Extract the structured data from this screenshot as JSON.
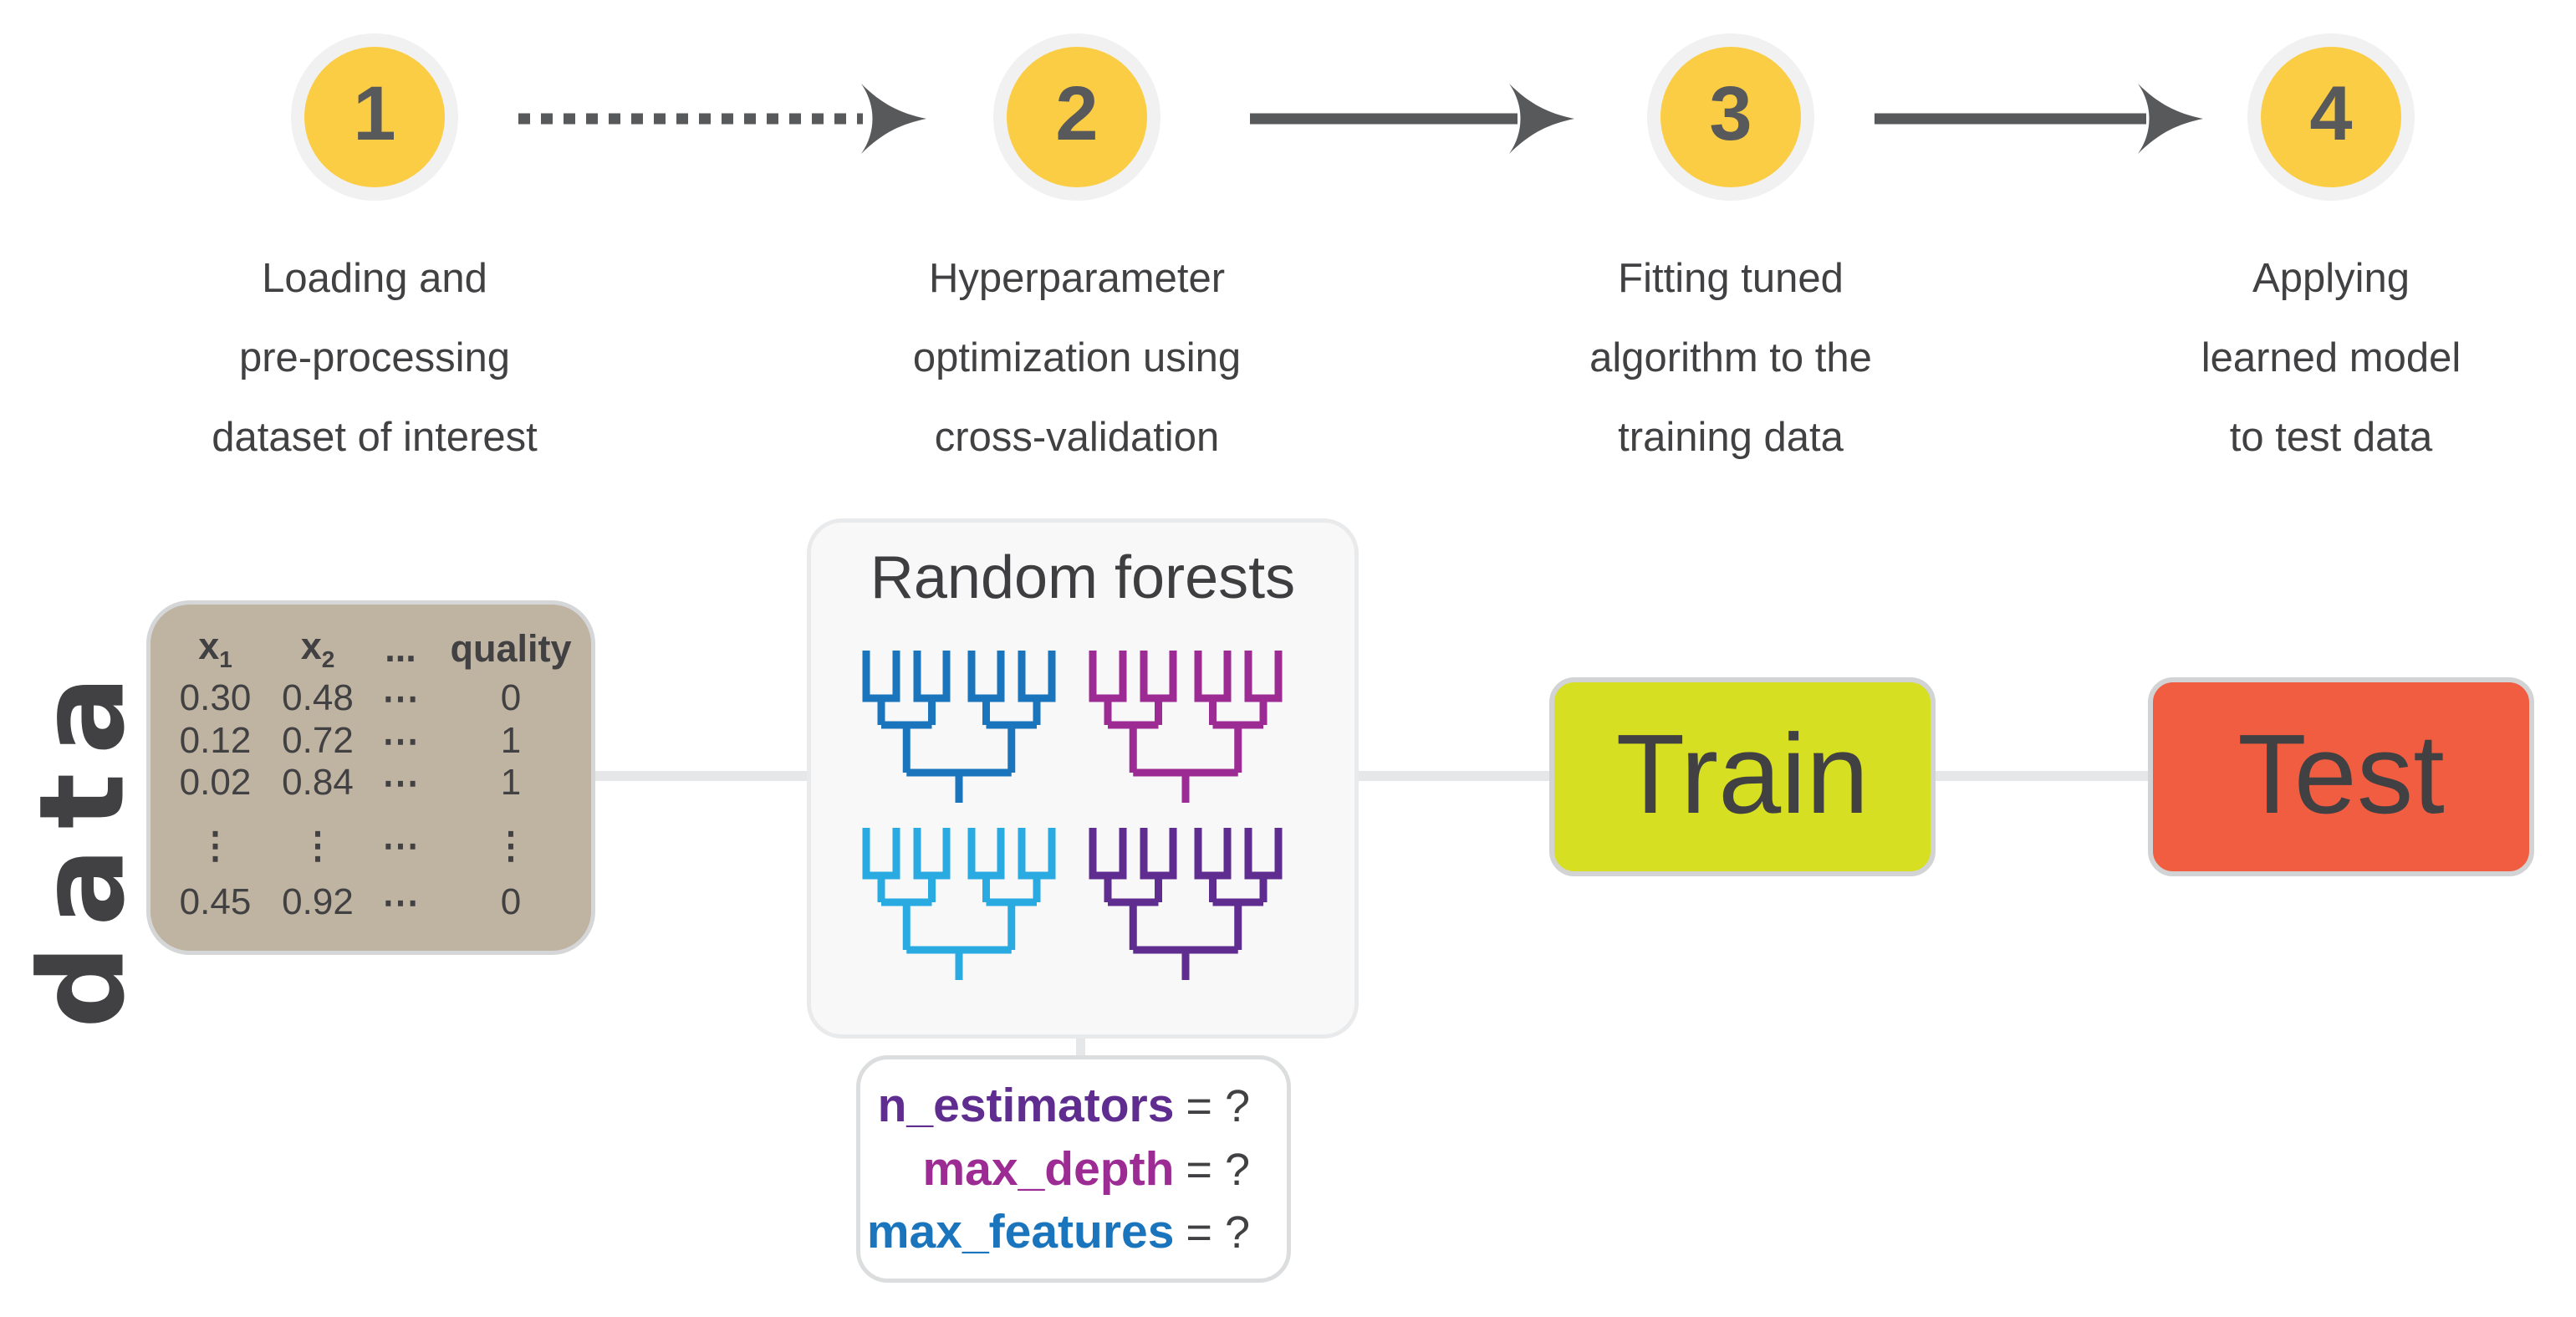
{
  "steps": [
    {
      "number": "1",
      "caption_lines": [
        "Loading and",
        "pre-processing",
        "dataset of interest"
      ]
    },
    {
      "number": "2",
      "caption_lines": [
        "Hyperparameter",
        "optimization using",
        "cross-validation"
      ]
    },
    {
      "number": "3",
      "caption_lines": [
        "Fitting tuned",
        "algorithm to the",
        "training data"
      ]
    },
    {
      "number": "4",
      "caption_lines": [
        "Applying",
        "learned model",
        "to test data"
      ]
    }
  ],
  "data_panel": {
    "rotated_label": "data",
    "table": {
      "headers": [
        {
          "base": "x",
          "sub": "1"
        },
        {
          "base": "x",
          "sub": "2"
        },
        {
          "base": "...",
          "sub": ""
        },
        {
          "base": "quality",
          "sub": ""
        }
      ],
      "rows": [
        [
          "0.30",
          "0.48",
          "⋯",
          "0"
        ],
        [
          "0.12",
          "0.72",
          "⋯",
          "1"
        ],
        [
          "0.02",
          "0.84",
          "⋯",
          "1"
        ],
        [
          "⋮",
          "⋮",
          "⋯",
          "⋮"
        ],
        [
          "0.45",
          "0.92",
          "⋯",
          "0"
        ]
      ]
    }
  },
  "random_forests": {
    "title": "Random forests",
    "tree_colors": {
      "top_left": "#1B75BC",
      "top_right": "#9C2B94",
      "bottom_left": "#29ABE2",
      "bottom_right": "#5F2C90"
    }
  },
  "hyperparameters": {
    "equals_suffix": "= ?",
    "items": [
      {
        "name": "n_estimators",
        "color": "#5F2C90"
      },
      {
        "name": "max_depth",
        "color": "#9C2B94"
      },
      {
        "name": "max_features",
        "color": "#1B75BC"
      }
    ]
  },
  "train_box": {
    "label": "Train",
    "fill": "#D7DF23"
  },
  "test_box": {
    "label": "Test",
    "fill": "#F15D40"
  },
  "colors": {
    "step_circle_fill": "#FBCD45",
    "step_circle_halo": "#F1F1F2",
    "step_number": "#58595B",
    "arrow": "#58595B",
    "text_dark": "#414042",
    "connector_gray": "#E6E7E8",
    "table_fill": "#BFB3A1",
    "table_border": "#D4D6D7",
    "panel_fill": "#F8F8F9",
    "panel_border": "#E9EAEB",
    "box_border": "#D1D3D4"
  }
}
